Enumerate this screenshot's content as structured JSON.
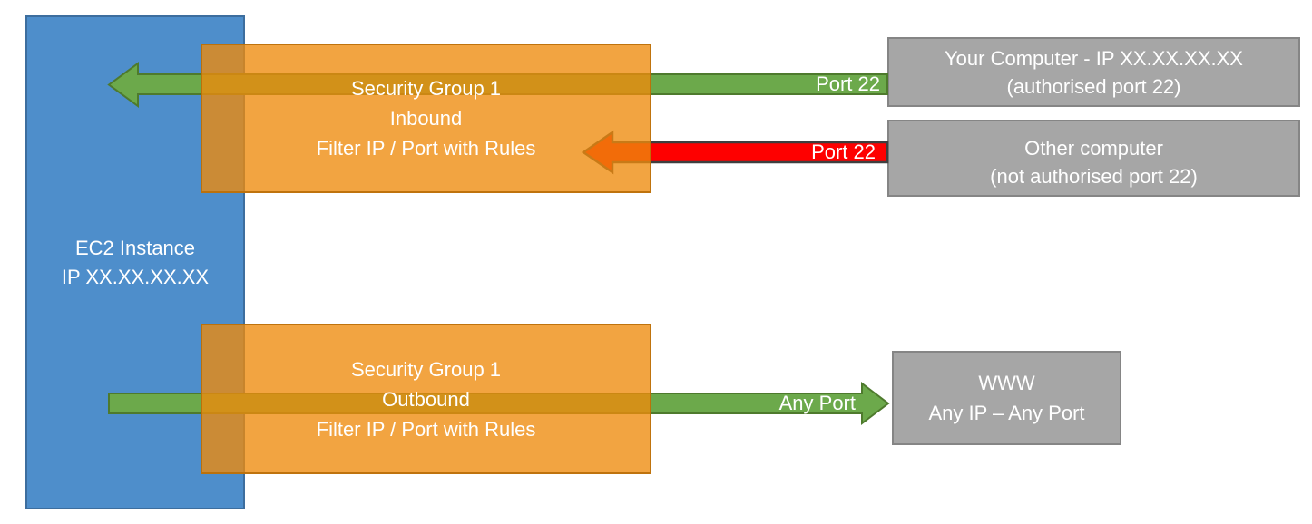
{
  "ec2": {
    "lines": [
      "EC2 Instance",
      "IP XX.XX.XX.XX"
    ]
  },
  "security_group_inbound": {
    "lines": [
      "Security Group 1",
      "Inbound",
      "Filter IP / Port with Rules"
    ]
  },
  "security_group_outbound": {
    "lines": [
      "Security Group 1",
      "Outbound",
      "Filter IP / Port with Rules"
    ]
  },
  "your_computer": {
    "lines": [
      "Your Computer - IP XX.XX.XX.XX",
      "(authorised port 22)"
    ]
  },
  "other_computer": {
    "lines": [
      "Other computer",
      "(not authorised port 22)"
    ]
  },
  "www": {
    "lines": [
      "WWW",
      "Any IP – Any Port"
    ]
  },
  "arrow_labels": {
    "inbound_allowed": "Port 22",
    "inbound_blocked": "Port 22",
    "outbound": "Any Port"
  },
  "colors": {
    "ec2_fill": "#4E8ECB",
    "security_group_fill_over_white": "#F2A441",
    "endpoint_fill": "#A6A6A6",
    "allowed_arrow": "#6CA94B",
    "blocked_arrow": "#FE0000",
    "text": "#FFFFFF"
  }
}
